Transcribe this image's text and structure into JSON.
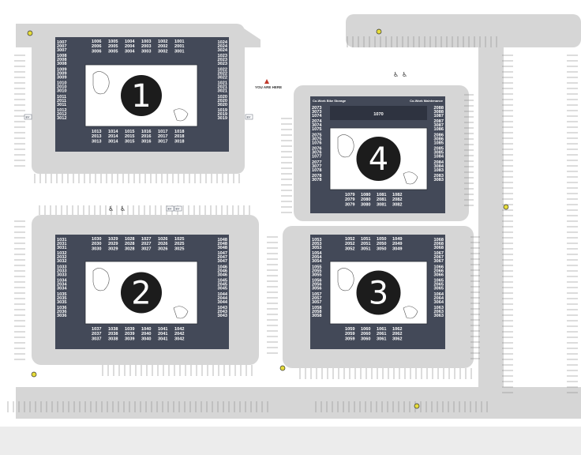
{
  "you_are_here": "YOU ARE HERE",
  "colors": {
    "background": "#ececec",
    "road": "#ffffff",
    "lot": "#d6d6d6",
    "building": "#434958",
    "unit_text": "#ffffff",
    "marker": "#e6dc3a",
    "you_marker": "#c0392b"
  },
  "icons": [
    "accessible-parking-icon",
    "ev-charging-icon",
    "light-pole-icon",
    "you-are-here-icon"
  ],
  "ev_label": "EV",
  "buildings": [
    {
      "id": "building-1",
      "number": "1",
      "left": [
        "1007",
        "2007",
        "3007",
        "1008",
        "2008",
        "3008",
        "1009",
        "2009",
        "3009",
        "1010",
        "2010",
        "3010",
        "1011",
        "2011",
        "3011",
        "1012",
        "2012",
        "3012"
      ],
      "top": [
        [
          "1006",
          "2006",
          "3006"
        ],
        [
          "1005",
          "2005",
          "3005"
        ],
        [
          "1004",
          "2004",
          "3004"
        ],
        [
          "1003",
          "2003",
          "3003"
        ],
        [
          "1002",
          "2002",
          "3002"
        ],
        [
          "1001",
          "2001",
          "3001"
        ]
      ],
      "right": [
        "1024",
        "2024",
        "3024",
        "1023",
        "2023",
        "3023",
        "1022",
        "2022",
        "3022",
        "1021",
        "2021",
        "3021",
        "1020",
        "2020",
        "3020",
        "1019",
        "2019",
        "3019"
      ],
      "bottom": [
        [
          "1013",
          "2013",
          "3013"
        ],
        [
          "1014",
          "2014",
          "3014"
        ],
        [
          "1015",
          "2015",
          "3015"
        ],
        [
          "1016",
          "2016",
          "3016"
        ],
        [
          "1017",
          "2017",
          "3017"
        ],
        [
          "1018",
          "2018",
          "3018"
        ]
      ]
    },
    {
      "id": "building-2",
      "number": "2",
      "left": [
        "1031",
        "2031",
        "3031",
        "1032",
        "2032",
        "3032",
        "1033",
        "2033",
        "3033",
        "1034",
        "2034",
        "3034",
        "1035",
        "2035",
        "3035",
        "1036",
        "2036",
        "3036"
      ],
      "top": [
        [
          "1030",
          "2030",
          "3030"
        ],
        [
          "1029",
          "2029",
          "3029"
        ],
        [
          "1028",
          "2028",
          "3028"
        ],
        [
          "1027",
          "2027",
          "3027"
        ],
        [
          "1026",
          "2026",
          "3026"
        ],
        [
          "1025",
          "2025",
          "3025"
        ]
      ],
      "right": [
        "1048",
        "2048",
        "3048",
        "1047",
        "2047",
        "3047",
        "1046",
        "2046",
        "3046",
        "1045",
        "2045",
        "3045",
        "1044",
        "2044",
        "3044",
        "1043",
        "2043",
        "3043"
      ],
      "bottom": [
        [
          "1037",
          "2037",
          "3037"
        ],
        [
          "1038",
          "2038",
          "3038"
        ],
        [
          "1039",
          "2039",
          "3039"
        ],
        [
          "1040",
          "2040",
          "3040"
        ],
        [
          "1041",
          "2041",
          "3041"
        ],
        [
          "1042",
          "2042",
          "3042"
        ]
      ]
    },
    {
      "id": "building-3",
      "number": "3",
      "left": [
        "1053",
        "2053",
        "3053",
        "1054",
        "2054",
        "3054",
        "1055",
        "2055",
        "3055",
        "1056",
        "2056",
        "3056",
        "1057",
        "2057",
        "3057",
        "1058",
        "2058",
        "3058"
      ],
      "top": [
        [
          "1052",
          "2052",
          "3052"
        ],
        [
          "1051",
          "2051",
          "3051"
        ],
        [
          "1050",
          "2050",
          "3050"
        ],
        [
          "1049",
          "2049",
          "3049"
        ]
      ],
      "right": [
        "1068",
        "2068",
        "3068",
        "1067",
        "2067",
        "3067",
        "1066",
        "2066",
        "3066",
        "1065",
        "2065",
        "3065",
        "1064",
        "2064",
        "3064",
        "1063",
        "2063",
        "3063"
      ],
      "bottom": [
        [
          "1059",
          "2059",
          "3059"
        ],
        [
          "1060",
          "2060",
          "3060"
        ],
        [
          "1061",
          "2061",
          "3061"
        ],
        [
          "1062",
          "2062",
          "3062"
        ]
      ]
    },
    {
      "id": "building-4",
      "number": "4",
      "top_left_label": "Co-Work Bike Storage",
      "top_right_label": "Co-Work Maintenance",
      "top_center": "1070",
      "left": [
        "2073",
        "3073",
        "1074",
        "2074",
        "3074",
        "1075",
        "2075",
        "3075",
        "1076",
        "2076",
        "3076",
        "1077",
        "2077",
        "3077",
        "1078",
        "2078",
        "3078"
      ],
      "right": [
        "2088",
        "3088",
        "1087",
        "2087",
        "3087",
        "1086",
        "2086",
        "3086",
        "1085",
        "2085",
        "3085",
        "1084",
        "2084",
        "3084",
        "1083",
        "2083",
        "3083"
      ],
      "bottom": [
        [
          "1079",
          "2079",
          "3079"
        ],
        [
          "1080",
          "2080",
          "3080"
        ],
        [
          "1081",
          "2081",
          "3081"
        ],
        [
          "1082",
          "2082",
          "3082"
        ]
      ]
    }
  ]
}
